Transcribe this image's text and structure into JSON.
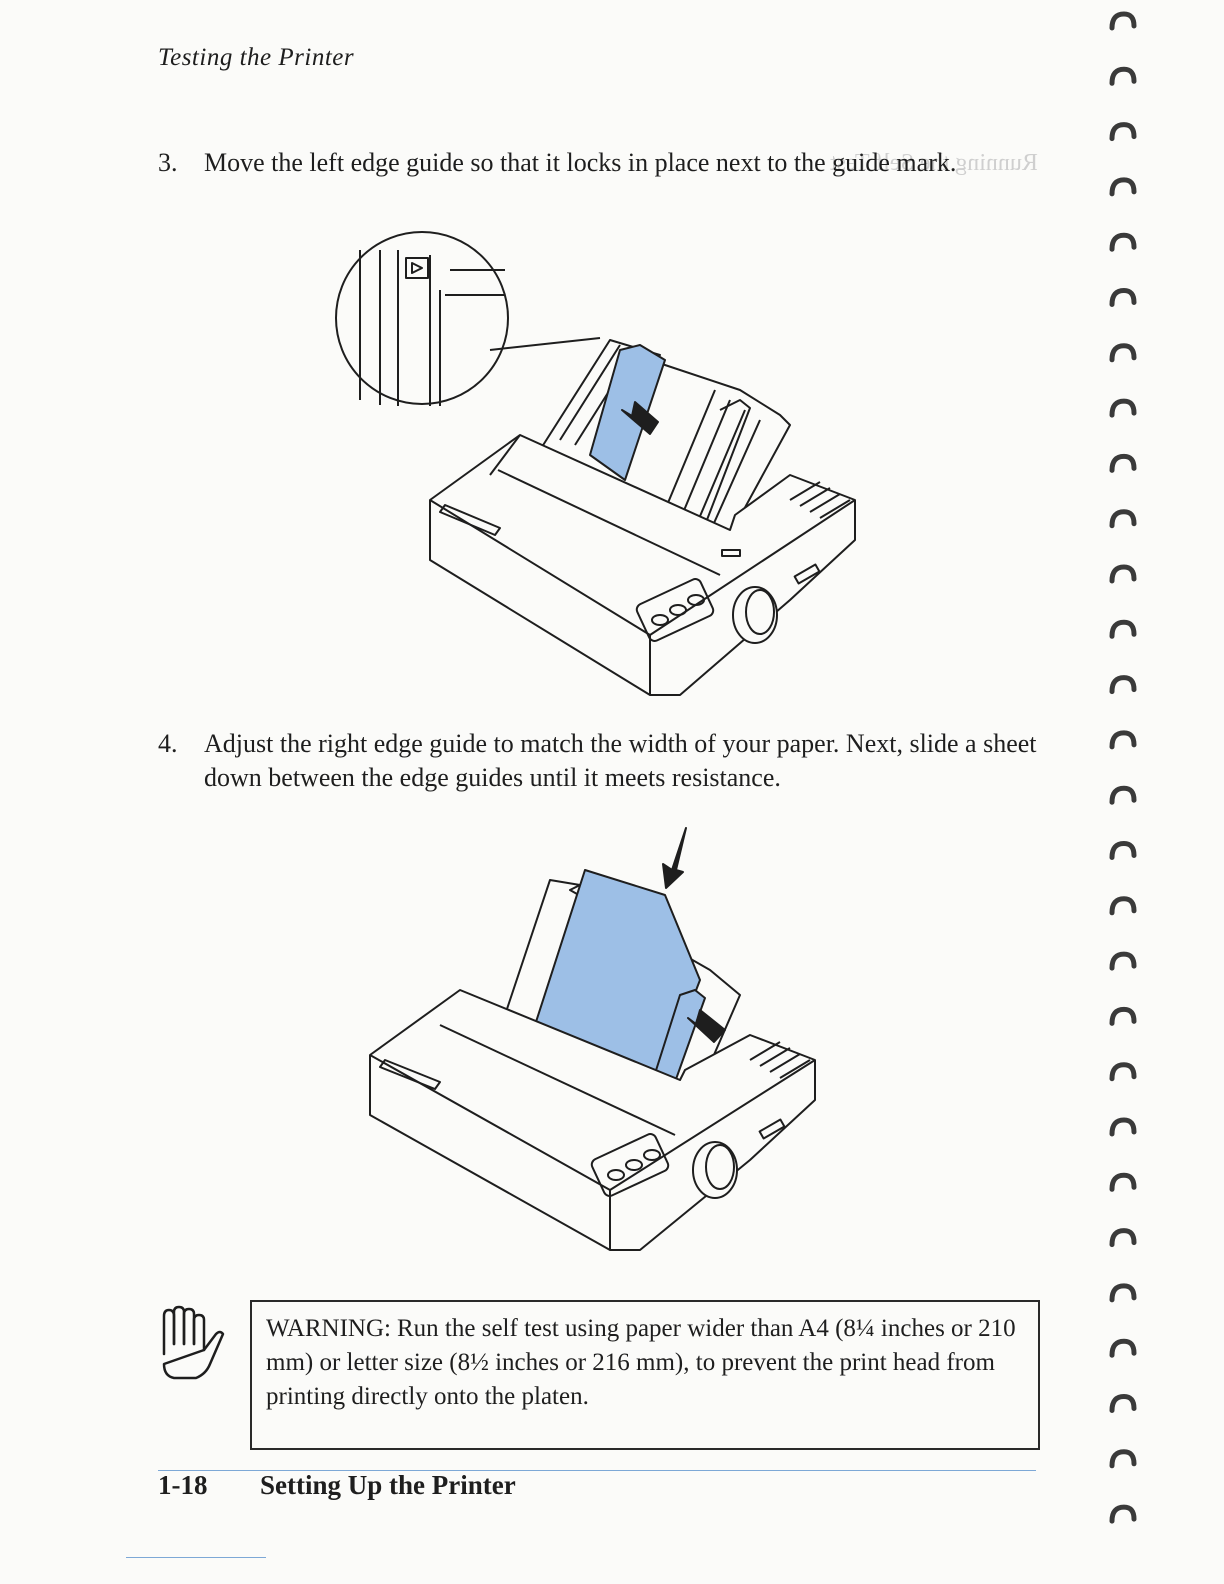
{
  "header": {
    "running_title": "Testing the Printer"
  },
  "steps": [
    {
      "number": "3.",
      "text": "Move the left edge guide so that it locks in place next to the guide mark."
    },
    {
      "number": "4.",
      "text": "Adjust the right edge guide to match the width of your paper. Next, slide a sheet down between the edge guides until it meets resistance."
    }
  ],
  "warning": {
    "label": "WARNING:",
    "text": "Run the self test using paper wider than A4 (8¼ inches or 210 mm) or letter size (8½ inches or 216 mm), to prevent the print head from printing directly onto the platen."
  },
  "footer": {
    "page_number": "1-18",
    "section_title": "Setting Up the Printer"
  },
  "colors": {
    "accent_blue": "#9dbfe6",
    "rule_blue": "#7da8d6"
  },
  "icons": {
    "warning_icon": "hand-icon"
  }
}
